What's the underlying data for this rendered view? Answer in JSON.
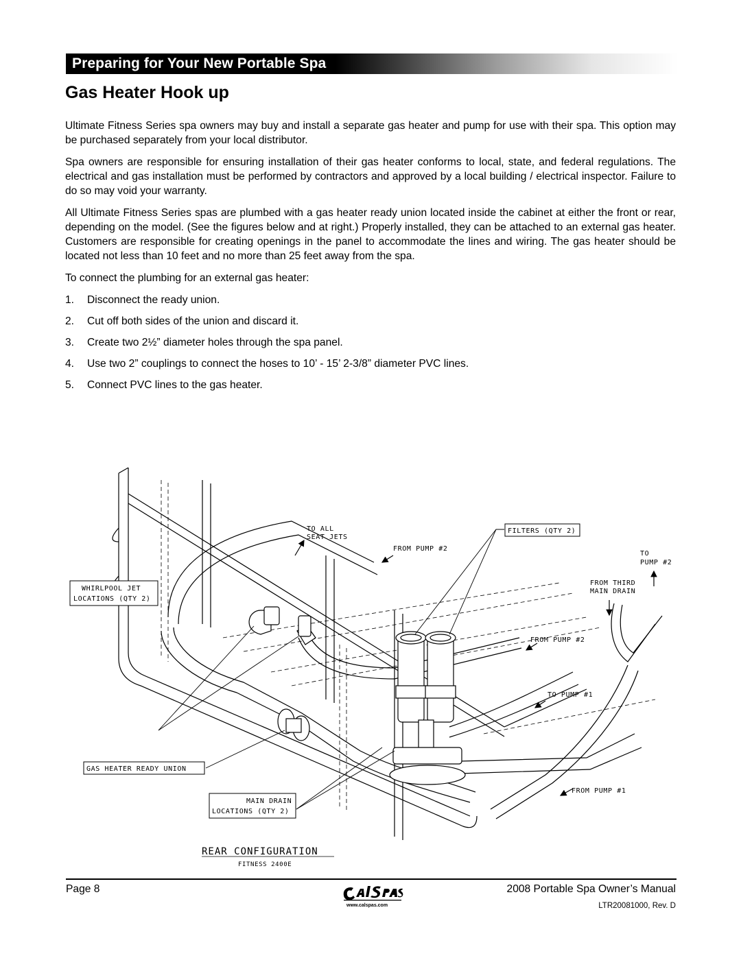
{
  "section_banner": "Preparing for Your New Portable Spa",
  "title": "Gas Heater Hook up",
  "paragraphs": [
    "Ultimate Fitness Series spa owners may buy and install a separate gas heater and pump for use with their spa. This option may be purchased separately from your local distributor.",
    "Spa owners are responsible for ensuring installation of their gas heater conforms to local, state, and federal regulations. The electrical and gas installation must be performed by contractors and approved by a local building / electrical inspector. Failure to do so may void your warranty.",
    "All Ultimate Fitness Series spas are plumbed with a gas heater ready union located inside the cabinet at either the front or rear, depending on the model. (See the figures below and at right.) Properly installed, they can be attached to an external gas heater. Customers are responsible for creating openings in the panel to accommodate the lines and wiring. The gas heater should be located not less than 10 feet and no more than 25 feet away from the spa.",
    "To connect the plumbing for an external gas heater:"
  ],
  "steps": [
    {
      "num": "1.",
      "text": "Disconnect the ready union."
    },
    {
      "num": "2.",
      "text": "Cut off both sides of the union and discard it."
    },
    {
      "num": "3.",
      "text": "Create two 2½” diameter holes through the spa panel."
    },
    {
      "num": "4.",
      "text": "Use two 2” couplings to connect the hoses to 10’ - 15’ 2-3/8” diameter PVC lines."
    },
    {
      "num": "5.",
      "text": "Connect PVC lines to the gas heater."
    }
  ],
  "figure": {
    "labels": {
      "to_all_seat_jets_1": "TO ALL",
      "to_all_seat_jets_2": "SEAT JETS",
      "filters": "FILTERS (QTY 2)",
      "from_pump2_top": "FROM PUMP #2",
      "to_pump2_1": "TO",
      "to_pump2_2": "PUMP #2",
      "from_third_1": "FROM THIRD",
      "from_third_2": "MAIN DRAIN",
      "from_pump2_mid": "FROM PUMP #2",
      "to_pump1": "TO PUMP #1",
      "whirlpool_1": "WHIRLPOOL JET",
      "whirlpool_2": "LOCATIONS (QTY 2)",
      "gas_union": "GAS HEATER READY UNION",
      "main_drain_1": "MAIN DRAIN",
      "main_drain_2": "LOCATIONS (QTY 2)",
      "from_pump1": "FROM PUMP #1",
      "caption": "REAR CONFIGURATION",
      "model": "FITNESS 2400E"
    }
  },
  "footer": {
    "page": "Page 8",
    "manual_title": "2008 Portable Spa Owner’s Manual",
    "doc_code": "LTR20081000, Rev. D",
    "logo_url": "www.calspas.com"
  }
}
